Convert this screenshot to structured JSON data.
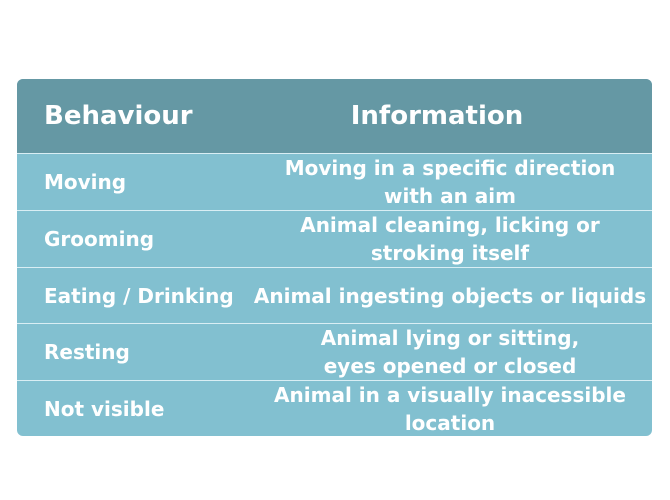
{
  "table": {
    "headers": {
      "behaviour": "Behaviour",
      "information": "Information"
    },
    "rows": [
      {
        "behaviour": "Moving",
        "information": "Moving in a specific direction\nwith an aim"
      },
      {
        "behaviour": "Grooming",
        "information": "Animal cleaning, licking or\nstroking itself"
      },
      {
        "behaviour": "Eating / Drinking",
        "information": "Animal ingesting objects or liquids"
      },
      {
        "behaviour": "Resting",
        "information": "Animal lying or sitting,\neyes opened or closed"
      },
      {
        "behaviour": "Not visible",
        "information": "Animal in a visually inacessible\nlocation"
      }
    ]
  },
  "colors": {
    "header_bg": "#6598a4",
    "body_bg": "#82c0d0",
    "divider": "#d9eef4",
    "text": "#ffffff"
  }
}
